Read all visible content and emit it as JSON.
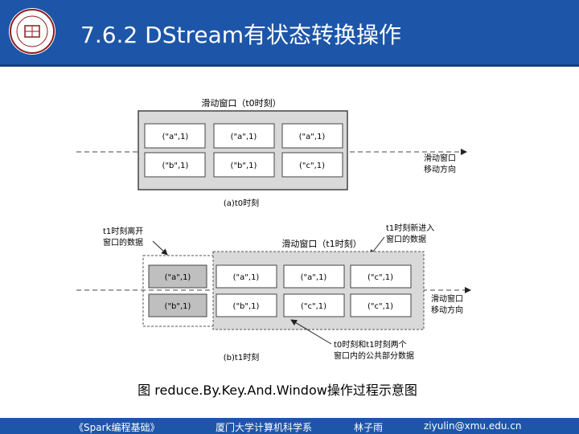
{
  "slide": {
    "title": "7.6.2 DStream有状态转换操作",
    "caption": "图 reduce.By.Key.And.Window操作过程示意图",
    "footer": {
      "course": "《Spark编程基础》",
      "department": "厦门大学计算机科学系",
      "author": "林子雨",
      "email": "ziyulin@xmu.edu.cn"
    }
  },
  "diagram": {
    "top": {
      "window_label": "滑动窗口（t0时刻）",
      "cells_row1": [
        "(\"a\",1)",
        "(\"a\",1)",
        "(\"a\",1)"
      ],
      "cells_row2": [
        "(\"b\",1)",
        "(\"b\",1)",
        "(\"c\",1)"
      ],
      "direction_label": [
        "滑动窗口",
        "移动方向"
      ],
      "moment_label": "(a)t0时刻"
    },
    "bottom": {
      "window_label": "滑动窗口（t1时刻）",
      "left_note": [
        "t1时刻离开",
        "窗口的数据"
      ],
      "right_note": [
        "t1时刻新进入",
        "窗口的数据"
      ],
      "cells_row1": [
        "(\"a\",1)",
        "(\"a\",1)",
        "(\"a\",1)",
        "(\"c\",1)"
      ],
      "cells_row2": [
        "(\"b\",1)",
        "(\"b\",1)",
        "(\"c\",1)",
        "(\"c\",1)"
      ],
      "direction_label": [
        "滑动窗口",
        "移动方向"
      ],
      "bottom_note": [
        "t0时刻和t1时刻两个",
        "窗口内的公共部分数据"
      ],
      "moment_label": "(b)t1时刻"
    }
  },
  "colors": {
    "header": "#1d56a8",
    "panel": "#d9d9d9",
    "cell_shade": "#bfbfbf"
  }
}
